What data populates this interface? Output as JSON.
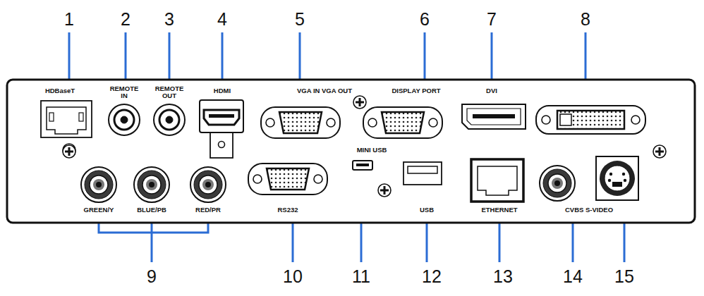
{
  "diagram": {
    "labels": [
      "1",
      "2",
      "3",
      "4",
      "5",
      "6",
      "7",
      "8",
      "HDBaseT",
      "REMOTE IN",
      "REMOTE OUT",
      "HDMI",
      "VGA IN VGA OUT",
      "DISPLAY PORT",
      "DVI",
      "MINI USB",
      "GREEN/Y",
      "BLUE/PB",
      "RED/PR",
      "RS232",
      "USB",
      "ETHERNET",
      "CVBS S-VIDEO",
      "9",
      "10",
      "11",
      "12",
      "13",
      "14",
      "15"
    ]
  }
}
